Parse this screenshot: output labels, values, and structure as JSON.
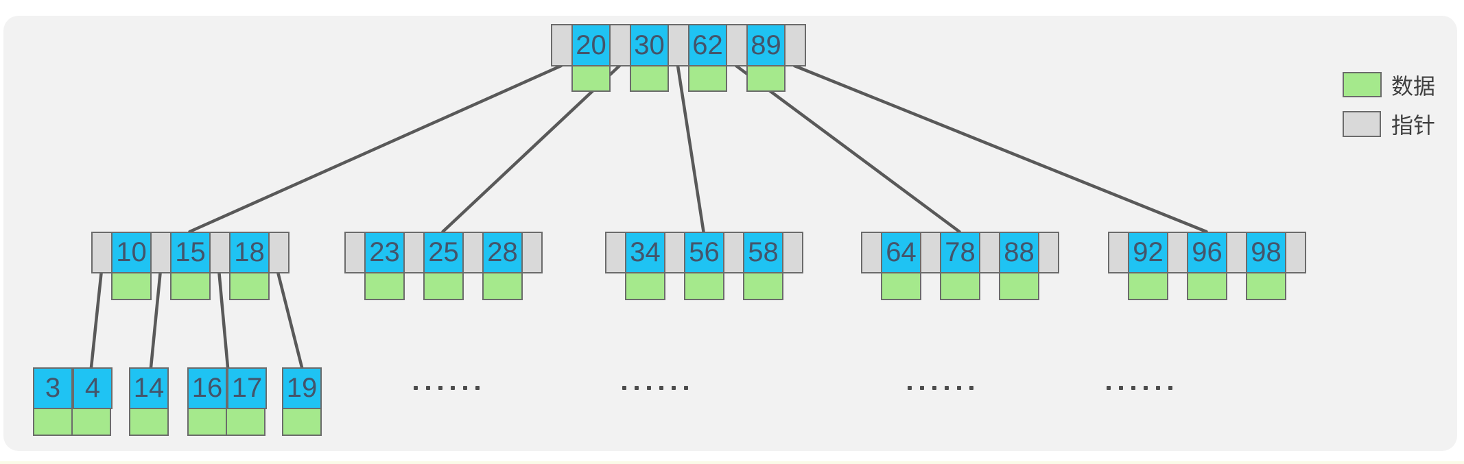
{
  "diagram": {
    "type": "b-plus-tree",
    "root": {
      "keys": [
        "20",
        "30",
        "62",
        "89"
      ]
    },
    "internal_nodes": [
      {
        "keys": [
          "10",
          "15",
          "18"
        ]
      },
      {
        "keys": [
          "23",
          "25",
          "28"
        ]
      },
      {
        "keys": [
          "34",
          "56",
          "58"
        ]
      },
      {
        "keys": [
          "64",
          "78",
          "88"
        ]
      },
      {
        "keys": [
          "92",
          "96",
          "98"
        ]
      }
    ],
    "leaf_nodes": [
      {
        "values": [
          "3",
          "4"
        ]
      },
      {
        "values": [
          "14"
        ]
      },
      {
        "values": [
          "16",
          "17"
        ]
      },
      {
        "values": [
          "19"
        ]
      }
    ],
    "ellipses": [
      "······",
      "······",
      "······",
      "······"
    ]
  },
  "legend": {
    "items": [
      {
        "icon": "data-swatch",
        "label": "数据"
      },
      {
        "icon": "pointer-swatch",
        "label": "指针"
      }
    ]
  },
  "colors": {
    "key_fill": "#1FC3F3",
    "data_fill": "#A5E98C",
    "pointer_fill": "#D9D9D9",
    "border": "#6B6B6B",
    "line": "#595959",
    "panel_bg": "#F2F2F2",
    "value_text": "#44546A",
    "legend_text": "#404040"
  }
}
